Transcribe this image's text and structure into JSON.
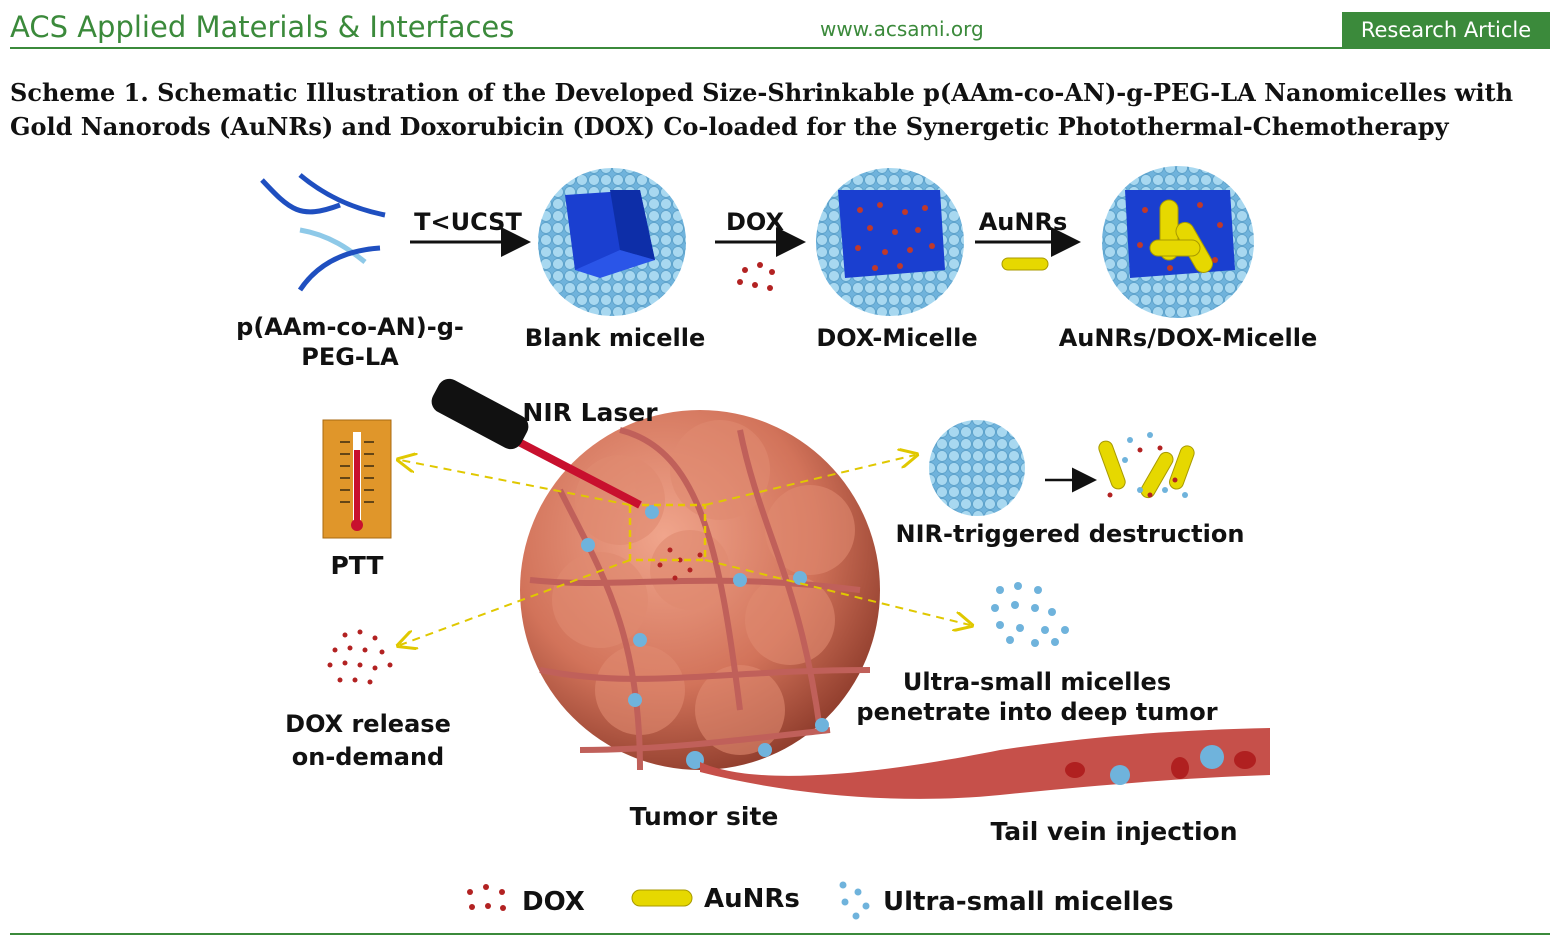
{
  "header": {
    "journal": "ACS Applied Materials & Interfaces",
    "url": "www.acsami.org",
    "badge": "Research Article"
  },
  "caption": {
    "label": "Scheme 1.",
    "text": "Schematic Illustration of the Developed Size-Shrinkable p(AAm-co-AN)-g-PEG-LA Nanomicelles with Gold Nanorods (AuNRs) and Doxorubicin (DOX) Co-loaded for the Synergetic Photothermal-Chemotherapy"
  },
  "top_row": {
    "polymer_line1": "p(AAm-co-AN)-g-",
    "polymer_line2": "PEG-LA",
    "arrow1": "T<UCST",
    "blank": "Blank micelle",
    "arrow2": "DOX",
    "dox_micelle": "DOX-Micelle",
    "arrow3": "AuNRs",
    "aunr_micelle": "AuNRs/DOX-Micelle"
  },
  "bottom": {
    "laser": "NIR Laser",
    "ptt": "PTT",
    "destruction": "NIR-triggered destruction",
    "ultra_line1": "Ultra-small micelles",
    "ultra_line2": "penetrate into deep tumor",
    "dox_release_line1": "DOX release",
    "dox_release_line2": "on-demand",
    "tumor": "Tumor site",
    "injection": "Tail vein injection"
  },
  "legend": {
    "dox": "DOX",
    "aunrs": "AuNRs",
    "ultra": "Ultra-small micelles"
  },
  "colors": {
    "green": "#3b8a3b",
    "micelle_shell": "#8ec9e8",
    "micelle_core": "#1a3fd0",
    "dox": "#b22222",
    "gold": "#e6d800",
    "tumor": "#d2735a"
  }
}
